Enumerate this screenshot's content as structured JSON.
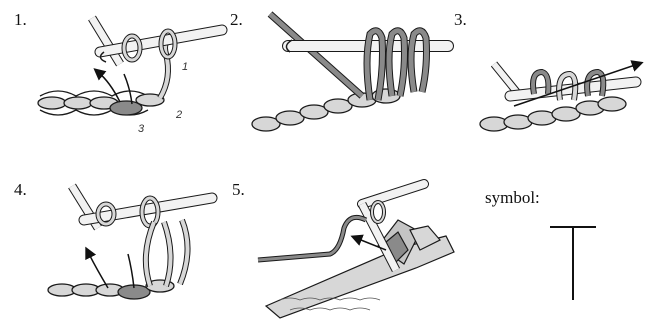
{
  "steps": [
    {
      "label": "1.",
      "marks": [
        "1",
        "2",
        "3"
      ]
    },
    {
      "label": "2."
    },
    {
      "label": "3."
    },
    {
      "label": "4."
    },
    {
      "label": "5."
    }
  ],
  "symbol": {
    "label": "symbol:",
    "glyph": "T"
  },
  "colors": {
    "yarn_light": "#d7d7d7",
    "yarn_dark": "#8a8a8a",
    "outline": "#1a1a1a",
    "hook": "#f2f2f2",
    "arrow": "#111111"
  }
}
